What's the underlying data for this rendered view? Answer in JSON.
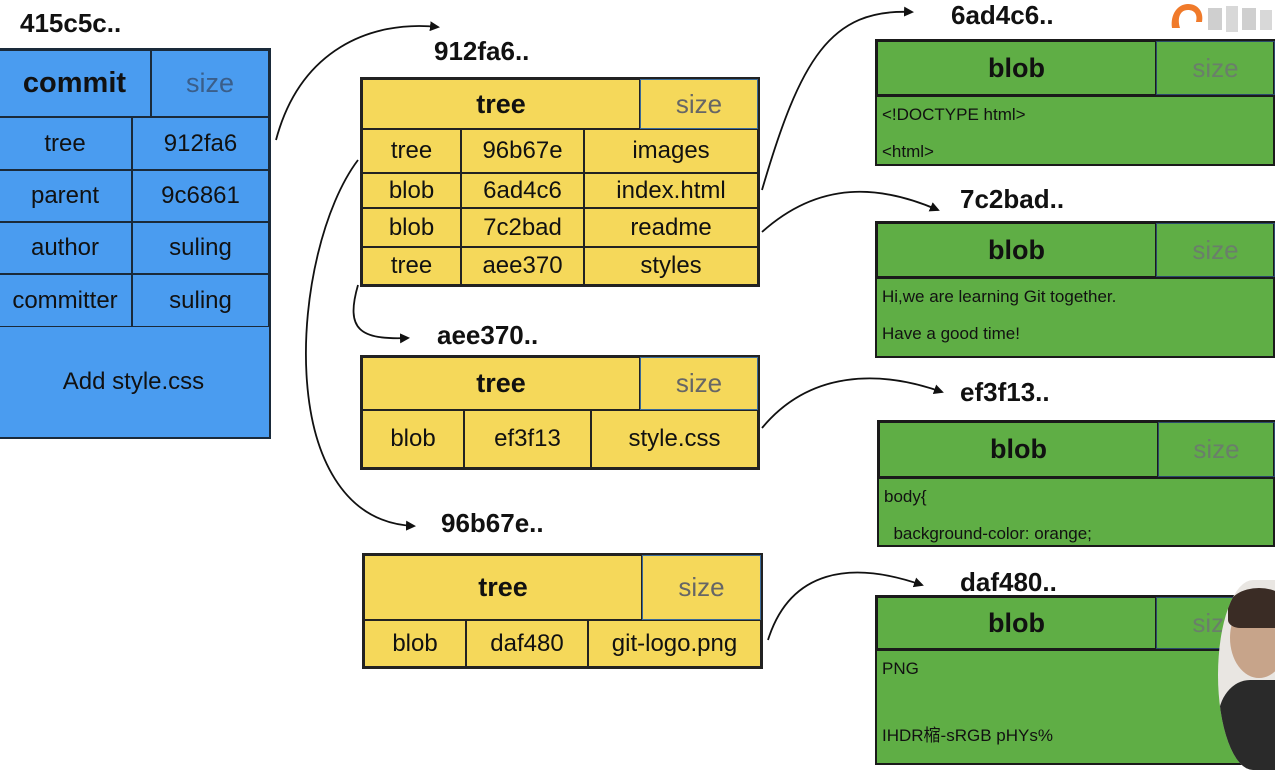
{
  "commit": {
    "hash": "415c5c..",
    "header": "commit",
    "size": "size",
    "rows": [
      {
        "key": "tree",
        "value": "912fa6"
      },
      {
        "key": "parent",
        "value": "9c6861"
      },
      {
        "key": "author",
        "value": "suling"
      },
      {
        "key": "committer",
        "value": "suling"
      }
    ],
    "message": "Add style.css"
  },
  "trees": [
    {
      "hash": "912fa6..",
      "header": "tree",
      "size": "size",
      "entries": [
        {
          "type": "tree",
          "hash": "96b67e",
          "name": "images"
        },
        {
          "type": "blob",
          "hash": "6ad4c6",
          "name": "index.html"
        },
        {
          "type": "blob",
          "hash": "7c2bad",
          "name": "readme"
        },
        {
          "type": "tree",
          "hash": "aee370",
          "name": "styles"
        }
      ]
    },
    {
      "hash": "aee370..",
      "header": "tree",
      "size": "size",
      "entries": [
        {
          "type": "blob",
          "hash": "ef3f13",
          "name": "style.css"
        }
      ]
    },
    {
      "hash": "96b67e..",
      "header": "tree",
      "size": "size",
      "entries": [
        {
          "type": "blob",
          "hash": "daf480",
          "name": "git-logo.png"
        }
      ]
    }
  ],
  "blobs": [
    {
      "hash": "6ad4c6..",
      "header": "blob",
      "size": "size",
      "lines": [
        "<!DOCTYPE html>",
        "<html>"
      ]
    },
    {
      "hash": "7c2bad..",
      "header": "blob",
      "size": "size",
      "lines": [
        "Hi,we are learning Git together.",
        "Have a good time!"
      ]
    },
    {
      "hash": "ef3f13..",
      "header": "blob",
      "size": "size",
      "lines": [
        "body{",
        "  background-color: orange;"
      ]
    },
    {
      "hash": "daf480..",
      "header": "blob",
      "size": "size",
      "lines": [
        "PNG",
        "IHDR樎-sRGB pHYs%"
      ]
    }
  ],
  "colors": {
    "commit": "#4a9cf0",
    "tree": "#f5d85a",
    "blob": "#5fae45"
  },
  "icons": [
    "arrow-icon",
    "webcam-overlay",
    "watermark-logo"
  ]
}
